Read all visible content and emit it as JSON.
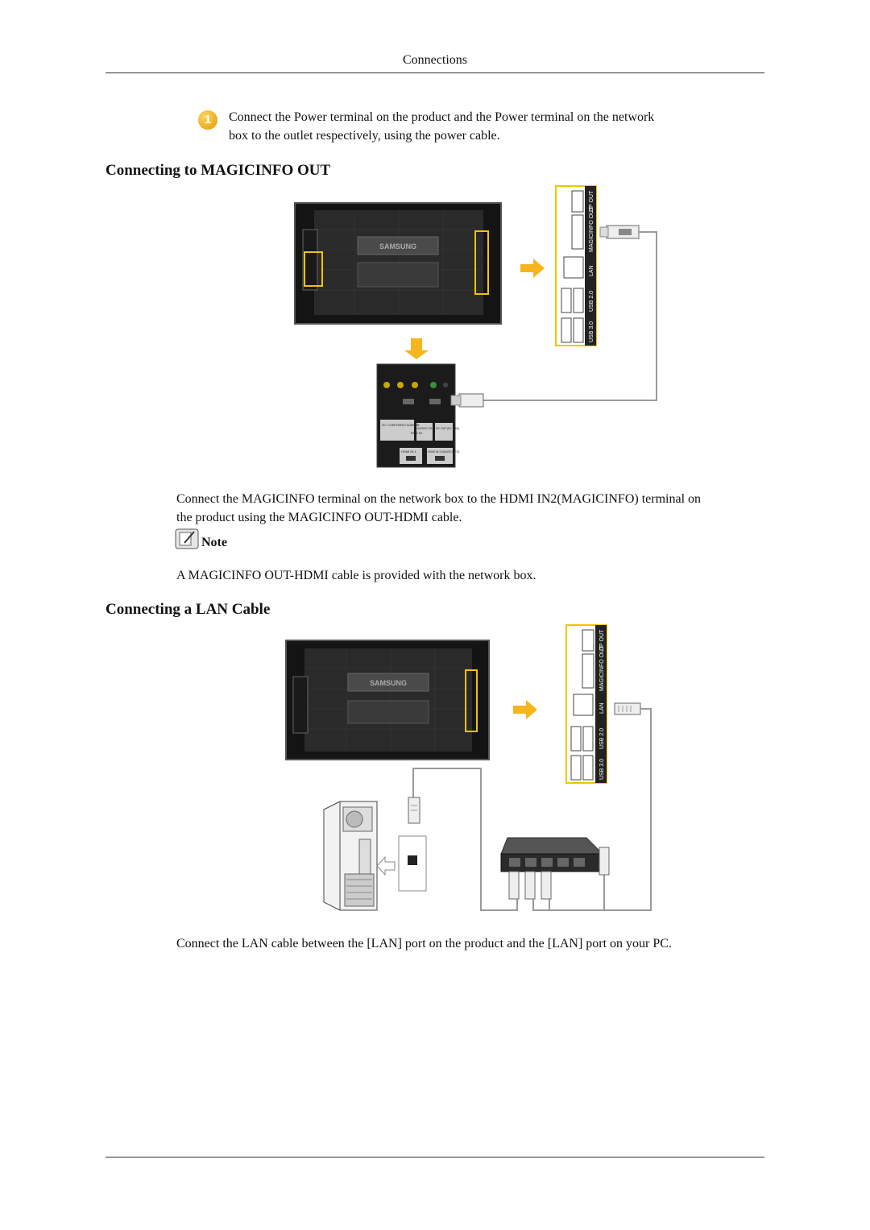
{
  "header": {
    "title": "Connections"
  },
  "step1": {
    "badge": "1",
    "text_line1": "Connect the Power terminal on the product and the Power terminal on the network",
    "text_line2": "box to the outlet respectively, using the power cable."
  },
  "section_magicinfo": {
    "heading": "Connecting to MAGICINFO OUT",
    "figure": {
      "brand": "SAMSUNG",
      "ports": [
        "DP OUT",
        "MAGICINFO OUT",
        "LAN",
        "USB 2.0",
        "USB 3.0"
      ],
      "box_labels": [
        "AV / COMPONENT AUDIO IN",
        "RGB IN",
        "AUDIO OUT",
        "DC OUT [5V 1.5A]",
        "HDMI IN 1",
        "HDMI IN 2 (MAGICINFO)"
      ]
    },
    "caption_line1": "Connect the MAGICINFO terminal on the network box to the HDMI IN2(MAGICINFO) terminal on",
    "caption_line2": "the product using the MAGICINFO OUT-HDMI cable.",
    "note_label": "Note",
    "note_text": "A MAGICINFO OUT-HDMI cable is provided with the network box."
  },
  "section_lan": {
    "heading": "Connecting a LAN Cable",
    "figure": {
      "brand": "SAMSUNG",
      "ports": [
        "DP OUT",
        "MAGICINFO OUT",
        "LAN",
        "USB 2.0",
        "USB 3.0"
      ]
    },
    "caption": "Connect the LAN cable between the [LAN] port on the product and the [LAN] port on your PC."
  },
  "colors": {
    "highlight": "#f4c300",
    "arrow": "#f6b51c",
    "cable": "#9a9a9a",
    "panel": "#1b1b1b"
  }
}
